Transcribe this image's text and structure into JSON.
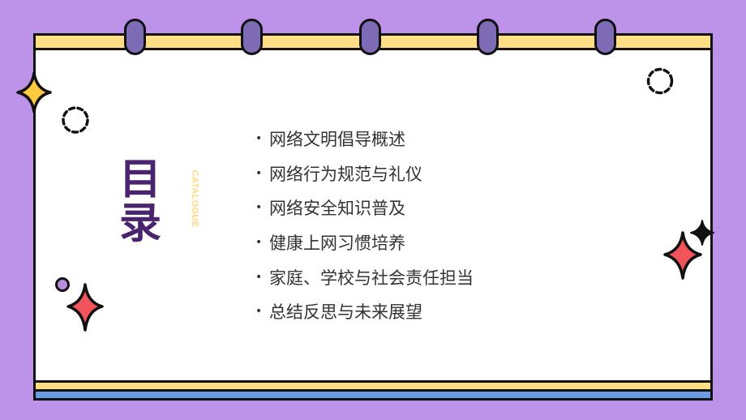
{
  "slide": {
    "title": "目录",
    "subtitle": "CATALOGUE",
    "colors": {
      "background": "#BC93E8",
      "title": "#4B2470",
      "subtitle": "#FFD97A",
      "top_bar": "#FFDE85",
      "bottom_band_blue": "#6B9BE3",
      "rings": "#7E6BB5",
      "sparkle_red": "#F2545B",
      "sparkle_yellow": "#FFC940"
    },
    "items": [
      {
        "bullet": "•",
        "label": "网络文明倡导概述"
      },
      {
        "bullet": "•",
        "label": "网络行为规范与礼仪"
      },
      {
        "bullet": "•",
        "label": "网络安全知识普及"
      },
      {
        "bullet": "•",
        "label": "健康上网习惯培养"
      },
      {
        "bullet": "•",
        "label": "家庭、学校与社会责任担当"
      },
      {
        "bullet": "•",
        "label": "总结反思与未来展望"
      }
    ],
    "decorations": [
      "binder-ring-icon",
      "sparkle-icon",
      "dashed-circle-icon",
      "dot-circle-icon"
    ]
  }
}
